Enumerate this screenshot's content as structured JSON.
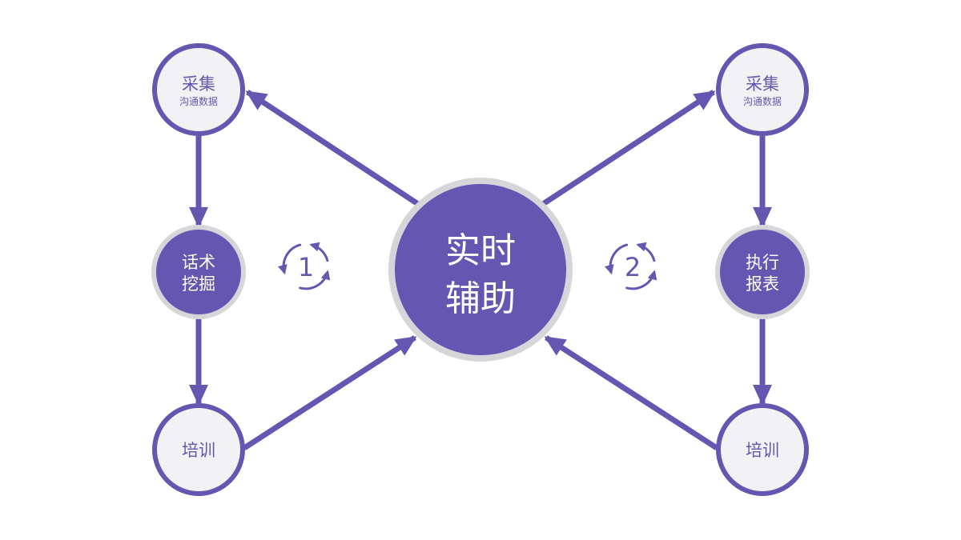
{
  "colors": {
    "primary": "#6456b1",
    "node_fill_light": "#f2f2f5",
    "halo_gray": "#d6d6da",
    "text_on_dark": "#ffffff"
  },
  "center": {
    "line1": "实时",
    "line2": "辅助"
  },
  "left": {
    "collect": {
      "title": "采集",
      "subtitle": "沟通数据"
    },
    "middle": {
      "line1": "话术",
      "line2": "挖掘"
    },
    "bottom": {
      "title": "培训"
    },
    "cycle_number": "1"
  },
  "right": {
    "collect": {
      "title": "采集",
      "subtitle": "沟通数据"
    },
    "middle": {
      "line1": "执行",
      "line2": "报表"
    },
    "bottom": {
      "title": "培训"
    },
    "cycle_number": "2"
  },
  "icons": {
    "cycle": "refresh-cycle-icon"
  }
}
